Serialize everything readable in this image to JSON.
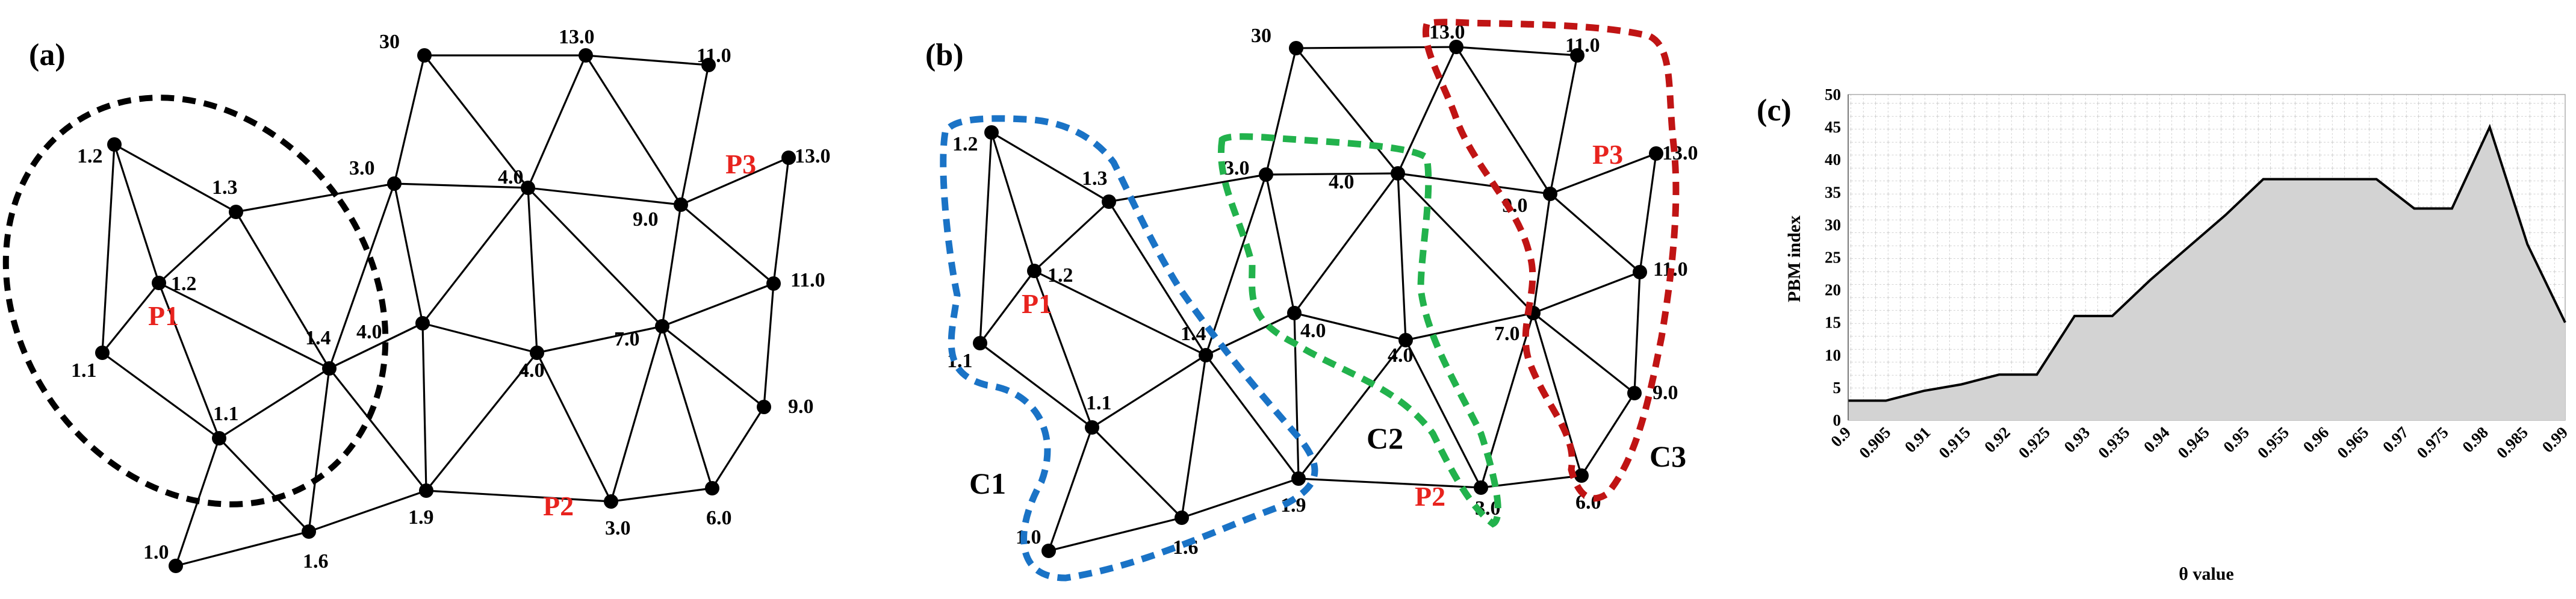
{
  "panels": {
    "a": "(a)",
    "b": "(b)",
    "c": "(c)"
  },
  "point_labels": {
    "p1": "P1",
    "p2": "P2",
    "p3": "P3"
  },
  "clusters": {
    "c1": "C1",
    "c2": "C2",
    "c3": "C3"
  },
  "graph": {
    "nodes": [
      {
        "id": "n1",
        "label": "1.2"
      },
      {
        "id": "n2",
        "label": "1.3"
      },
      {
        "id": "n3",
        "label": "1.2"
      },
      {
        "id": "n4",
        "label": "1.1"
      },
      {
        "id": "n5",
        "label": "1.1"
      },
      {
        "id": "n6",
        "label": "1.4"
      },
      {
        "id": "n7",
        "label": "1.0"
      },
      {
        "id": "n8",
        "label": "1.6"
      },
      {
        "id": "n9",
        "label": "3.0"
      },
      {
        "id": "n10",
        "label": "30"
      },
      {
        "id": "n11",
        "label": "13.0"
      },
      {
        "id": "n12",
        "label": "11.0"
      },
      {
        "id": "n13",
        "label": "4.0"
      },
      {
        "id": "n14",
        "label": "4.0"
      },
      {
        "id": "n15",
        "label": "4.0"
      },
      {
        "id": "n16",
        "label": "1.9"
      },
      {
        "id": "n17",
        "label": "3.0"
      },
      {
        "id": "n18",
        "label": "6.0"
      },
      {
        "id": "n19",
        "label": "9.0"
      },
      {
        "id": "n20",
        "label": "7.0"
      },
      {
        "id": "n21",
        "label": "9.0"
      },
      {
        "id": "n22",
        "label": "11.0"
      },
      {
        "id": "n23",
        "label": "13.0"
      }
    ]
  },
  "chart_data": {
    "type": "area",
    "xlabel": "θ value",
    "ylabel": "PBM index",
    "ylim": [
      0,
      50
    ],
    "yticks": [
      0,
      5,
      10,
      15,
      20,
      25,
      30,
      35,
      40,
      45,
      50
    ],
    "grid": true,
    "x": [
      "0.9",
      "0.905",
      "0.91",
      "0.915",
      "0.92",
      "0.925",
      "0.93",
      "0.935",
      "0.94",
      "0.945",
      "0.95",
      "0.955",
      "0.96",
      "0.965",
      "0.97",
      "0.975",
      "0.98",
      "0.985",
      "0.99"
    ],
    "values": [
      3,
      3,
      4.5,
      5.5,
      7,
      7,
      16,
      16,
      21.5,
      26.5,
      31.5,
      37,
      37,
      37,
      37,
      32.5,
      32.5,
      45,
      27,
      15
    ],
    "colors": {
      "fill": "#d3d3d3",
      "line": "#000000"
    }
  }
}
